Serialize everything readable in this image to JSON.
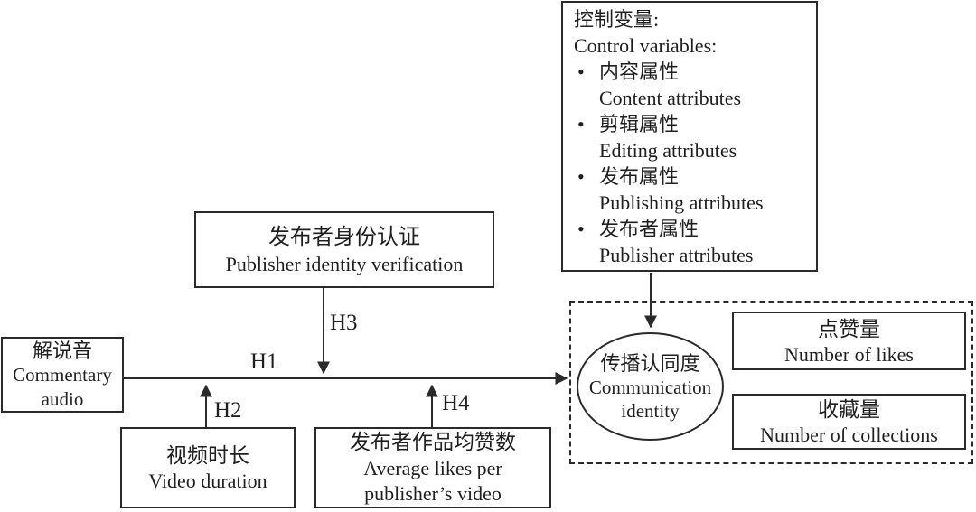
{
  "diagram": {
    "control_box": {
      "title_zh": "控制变量:",
      "title_en": "Control variables:",
      "bullet": "•",
      "items": [
        {
          "zh": "内容属性",
          "en": "Content attributes"
        },
        {
          "zh": "剪辑属性",
          "en": "Editing attributes"
        },
        {
          "zh": "发布属性",
          "en": "Publishing attributes"
        },
        {
          "zh": "发布者属性",
          "en": "Publisher attributes"
        }
      ]
    },
    "publisher_verification": {
      "zh": "发布者身份认证",
      "en": "Publisher identity verification"
    },
    "commentary_audio": {
      "zh": "解说音",
      "en_line1": "Commentary",
      "en_line2": "audio"
    },
    "video_duration": {
      "zh": "视频时长",
      "en": "Video duration"
    },
    "average_likes": {
      "zh": "发布者作品均赞数",
      "en_line1": "Average likes per",
      "en_line2": "publisher’s video"
    },
    "communication_identity": {
      "zh": "传播认同度",
      "en_line1": "Communication",
      "en_line2": "identity"
    },
    "likes": {
      "zh": "点赞量",
      "en": "Number of likes"
    },
    "collections": {
      "zh": "收藏量",
      "en": "Number of collections"
    },
    "hypotheses": {
      "h1": "H1",
      "h2": "H2",
      "h3": "H3",
      "h4": "H4"
    },
    "colors": {
      "line": "#2a2a2a",
      "text": "#1f1f1f",
      "background": "#ffffff"
    }
  }
}
